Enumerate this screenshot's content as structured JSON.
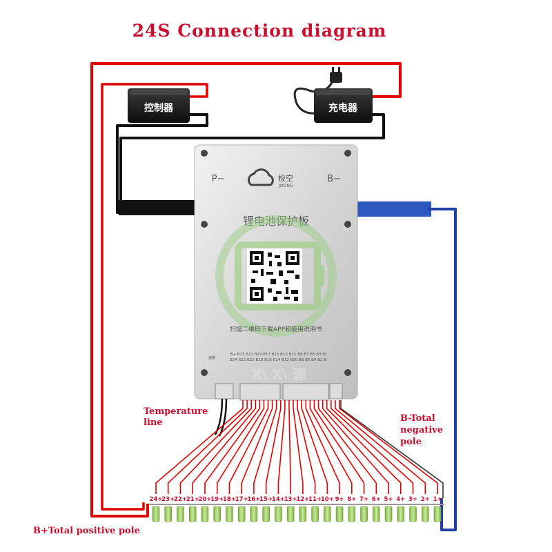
{
  "title": "24S Connection diagram",
  "annotations": {
    "temperature_line": [
      "Temperature",
      "line"
    ],
    "b_total_negative": [
      "B-Total",
      "negative",
      "pole"
    ],
    "b_total_positive": "B+Total positive pole"
  },
  "controller_label": "控制器",
  "charger_label": "充电器",
  "bms": {
    "p_minus": "P−",
    "b_minus": "B−",
    "brand_cn": "极空",
    "brand_en": "JIKONG",
    "product_name": "锂电池保护板",
    "scan_text": "扫描二维码下载APP和使用说明书",
    "pin_row1": "B+ B23 B21 B19 B17 B15 B13 B11 B9 B7 B5 B3 B1",
    "pin_row2": "B24 B22 B20 B18 B16 B14 B12 B10 B8 B6 B4 B2 B-",
    "temp_mark": "温度",
    "watermark": "X\\ X\\ 源"
  },
  "cell_labels": [
    "24+",
    "23+",
    "22+",
    "21+",
    "20+",
    "19+",
    "18+",
    "17+",
    "16+",
    "15+",
    "14+",
    "13+",
    "12+",
    "11+",
    "10+",
    "9+",
    "8+",
    "7+",
    "6+",
    "5+",
    "4+",
    "3+",
    "2+",
    "1+"
  ],
  "colors": {
    "red_wire": "#e10000",
    "blue_wire": "#1e3fa8",
    "black_wire": "#111111",
    "title_red": "#c8102e",
    "cell_green": "#a8d46f",
    "plate": "#d8d8d8"
  }
}
